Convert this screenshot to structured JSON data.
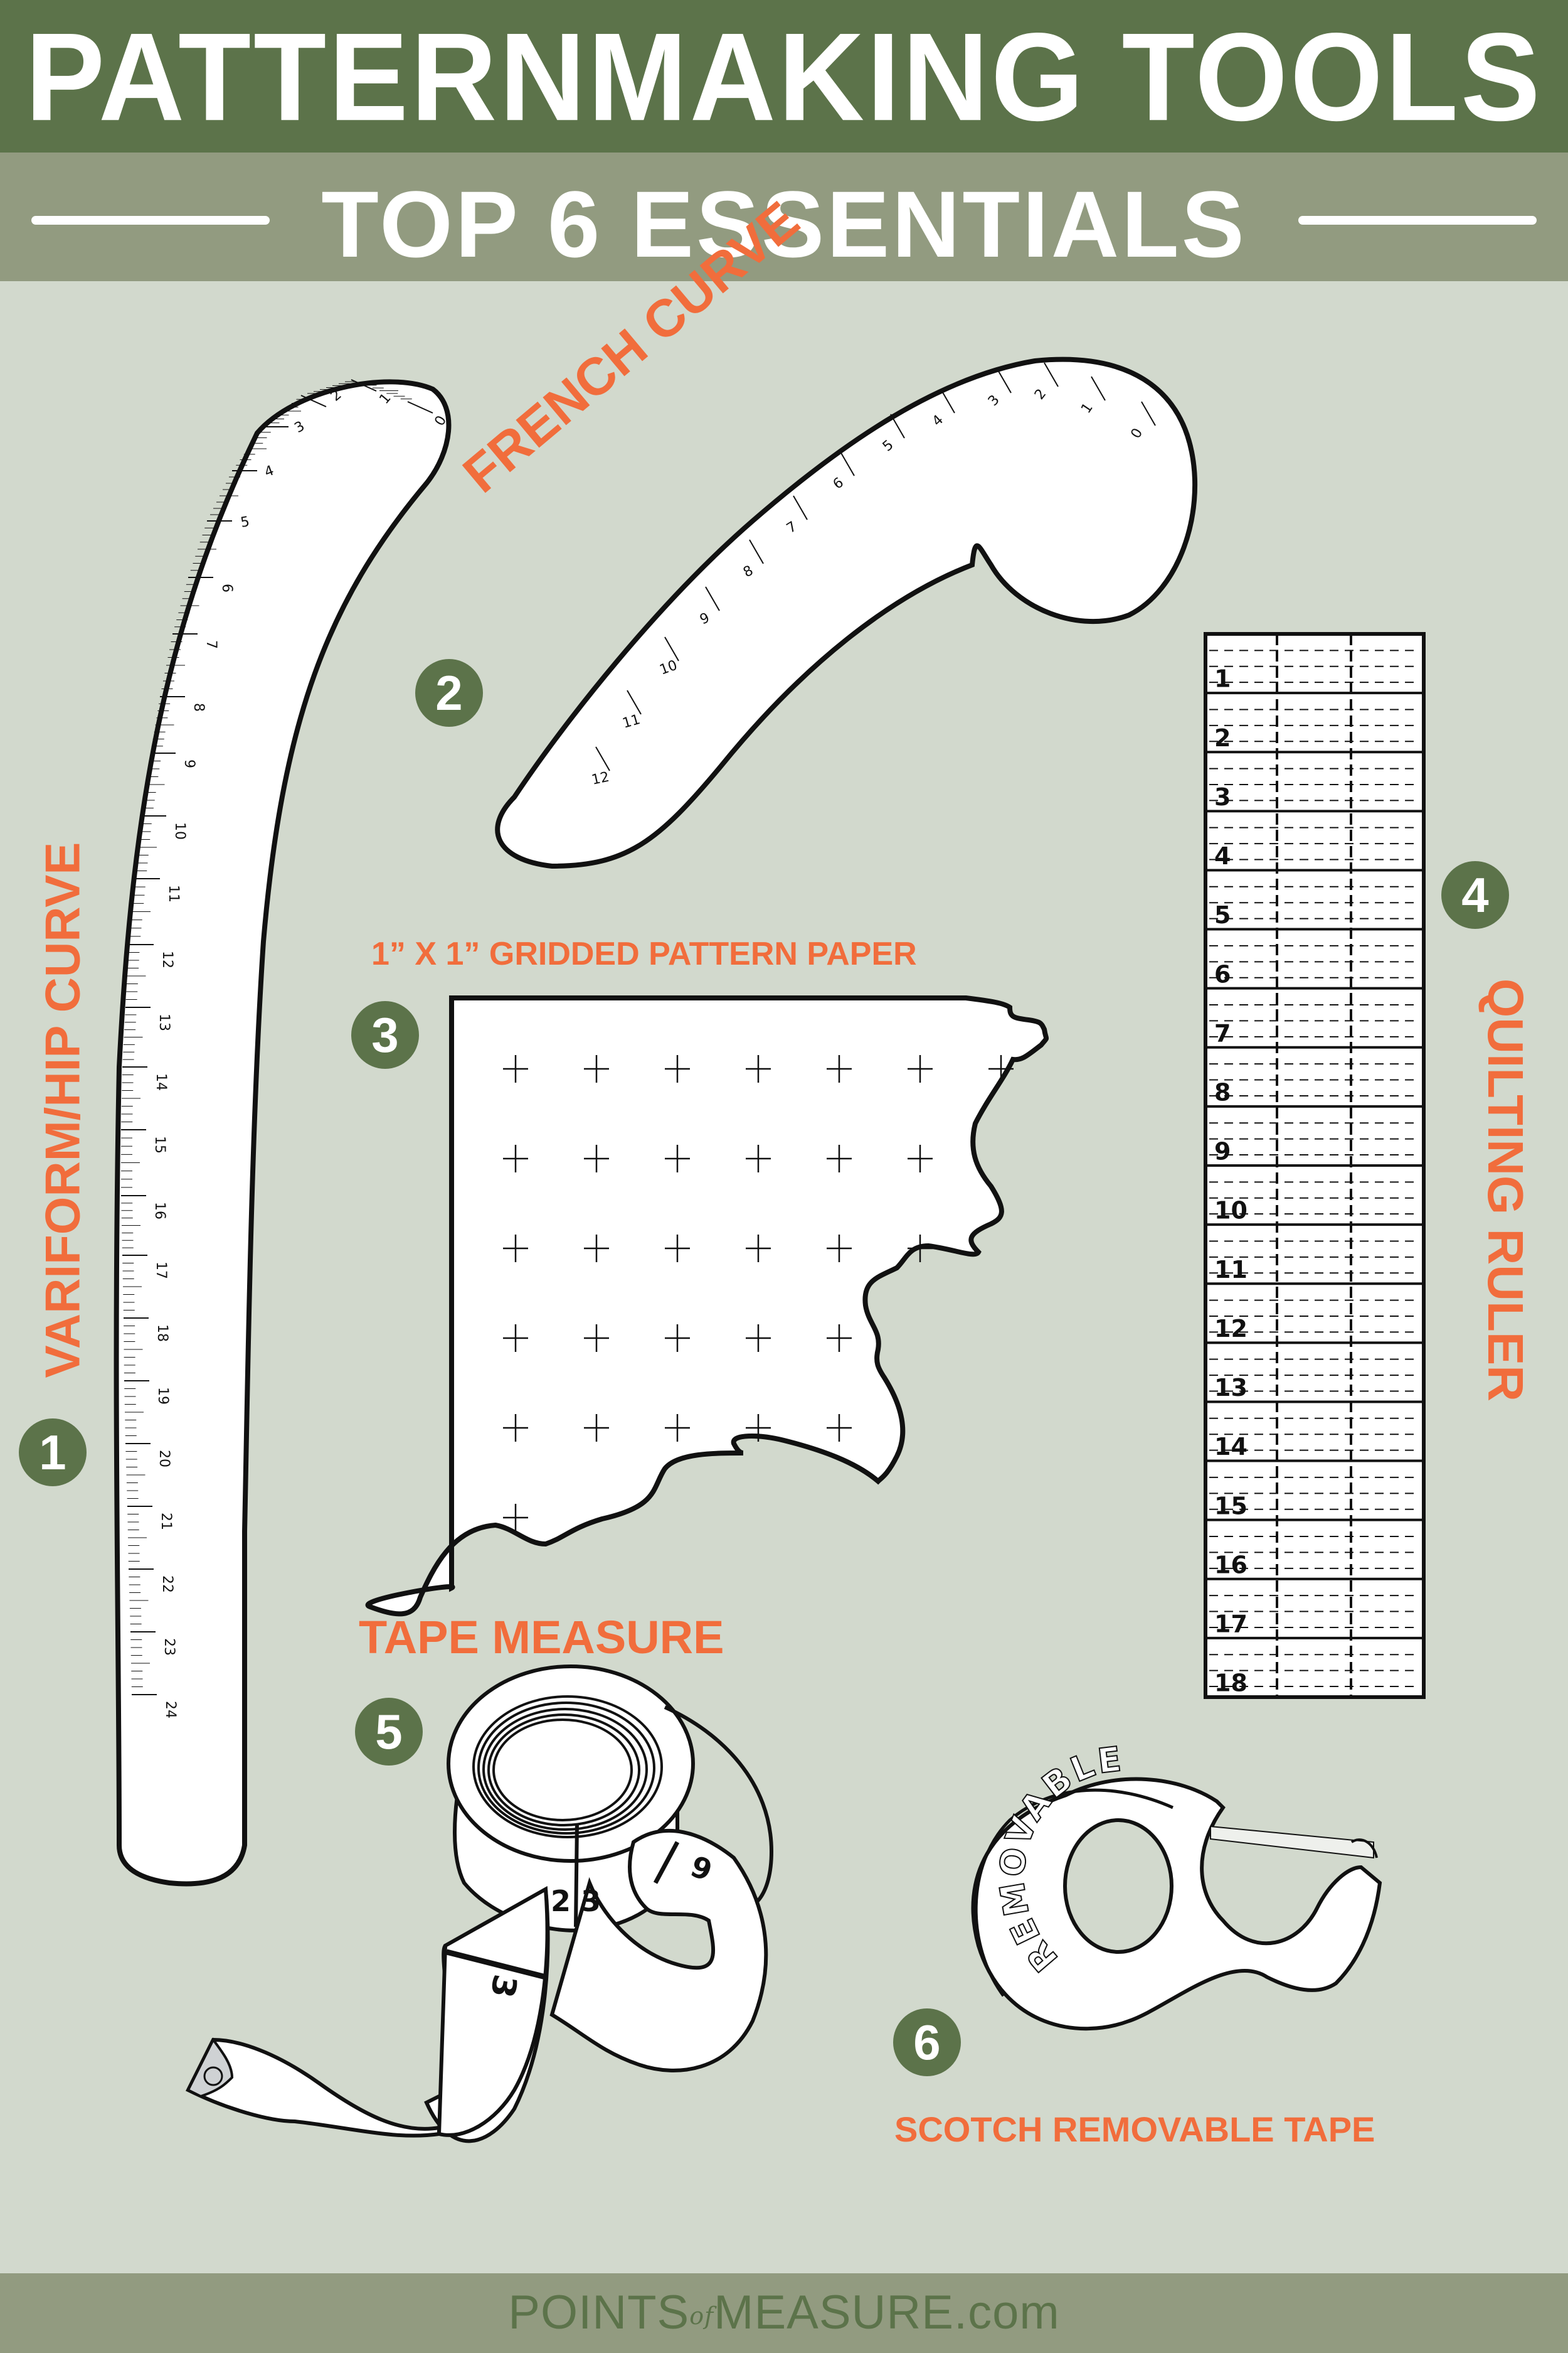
{
  "header": {
    "title": "PATTERNMAKING TOOLS",
    "subtitle": "TOP 6 ESSENTIALS"
  },
  "colors": {
    "primary_green": "#5c734a",
    "muted_green": "#929b80",
    "background": "#d2d9cd",
    "accent_orange": "#f16d3c",
    "outline": "#111111"
  },
  "tools": [
    {
      "number": "1",
      "label": "VARIFORM/HIP CURVE",
      "ruler_numbers": [
        "0",
        "1",
        "2",
        "3",
        "4",
        "5",
        "6",
        "7",
        "8",
        "9",
        "10",
        "11",
        "12",
        "13",
        "14",
        "15",
        "16",
        "17",
        "18",
        "19",
        "20",
        "21",
        "22",
        "23",
        "24"
      ]
    },
    {
      "number": "2",
      "label": "FRENCH CURVE",
      "ruler_numbers": [
        "0",
        "1",
        "2",
        "3",
        "4",
        "5",
        "6",
        "7",
        "8",
        "9",
        "10",
        "11",
        "12"
      ]
    },
    {
      "number": "3",
      "label": "1” X 1” GRIDDED PATTERN PAPER"
    },
    {
      "number": "4",
      "label": "QUILTING RULER",
      "ruler_numbers": [
        "1",
        "2",
        "3",
        "4",
        "5",
        "6",
        "7",
        "8",
        "9",
        "10",
        "11",
        "12",
        "13",
        "14",
        "15",
        "16",
        "17",
        "18"
      ]
    },
    {
      "number": "5",
      "label": "TAPE MEASURE",
      "tape_numbers": [
        "2",
        "3",
        "6",
        "3"
      ]
    },
    {
      "number": "6",
      "label": "SCOTCH REMOVABLE TAPE",
      "dispenser_text": "REMOVABLE"
    }
  ],
  "footer": {
    "brand_left": "POINTS",
    "brand_of": "of",
    "brand_right": "MEASURE.com"
  }
}
